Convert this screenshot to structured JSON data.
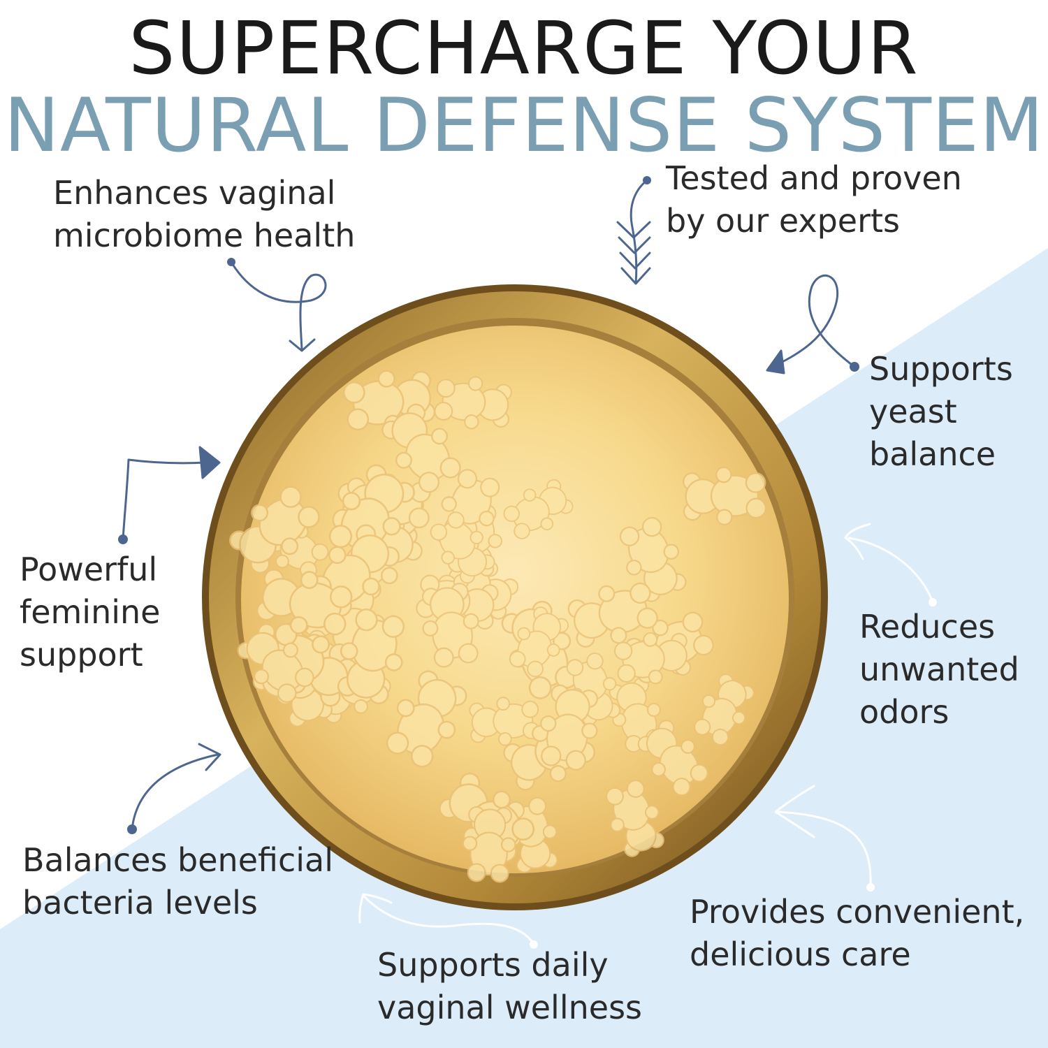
{
  "headline": {
    "line1": "SUPERCHARGE YOUR",
    "line2": "NATURAL DEFENSE SYSTEM"
  },
  "benefits": {
    "enhances": [
      "Enhances vaginal",
      "microbiome health"
    ],
    "tested": [
      "Tested and proven",
      "by our experts"
    ],
    "yeast": [
      "Supports",
      "yeast",
      "balance"
    ],
    "powerful": [
      "Powerful",
      "feminine",
      "support"
    ],
    "odors": [
      "Reduces",
      "unwanted",
      "odors"
    ],
    "balances": [
      "Balances beneficial",
      "bacteria levels"
    ],
    "convenient": [
      "Provides convenient,",
      "delicious care"
    ],
    "daily": [
      "Supports daily",
      "vaginal wellness"
    ]
  },
  "colors": {
    "headline_dark": "#1a1a1a",
    "headline_accent": "#7a9fb3",
    "arrow_dark": "#4c6690",
    "arrow_light": "#ffffff",
    "bg_light_blue": "#dcecf8",
    "bowl_rim": "#c9a24a",
    "gummy": "#f7d98c"
  },
  "icons": {
    "arrow": "hand-drawn-arrow-icon",
    "bowl": "gummy-bowl-image"
  }
}
